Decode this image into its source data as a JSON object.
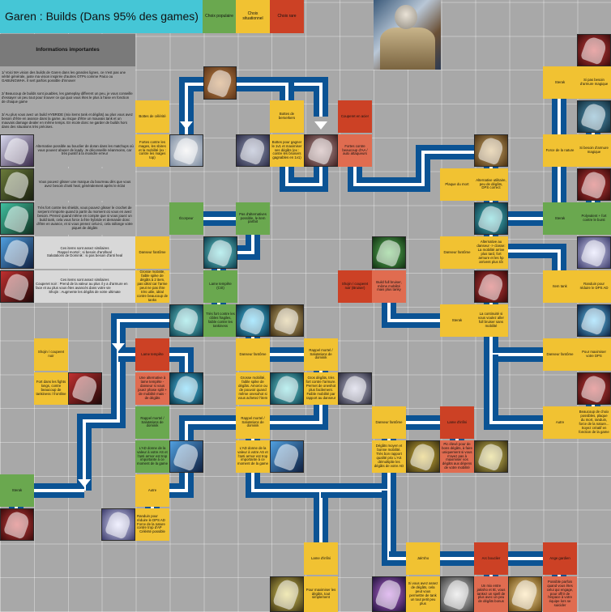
{
  "page": {
    "title": "Garen : Builds (Dans 95% des games)"
  },
  "legend": {
    "popular": "Choix populaire",
    "situational": "Choix situationnel",
    "rare": "Choix rare",
    "colors": {
      "popular": "#6aa84f",
      "situational": "#f1c232",
      "rare": "#cc4125",
      "title": "#45c6d6",
      "path": "#0b5394",
      "arrow": "#ffffff"
    }
  },
  "info": {
    "title": "Informations importantes",
    "intro": [
      "1/ Voici MA vision des builds de Garen dans les grandes lignes, ce n'est pas une vérité générale, juste ma vision inspirée d'autres OTPs comme Paico ou GABUNGWHA. Il sert parfois possible d'innover",
      "2/ Beaucoup de builds sont jouables, les gameplay different un peu, je vous conseille d'essayer un peu tout pour trouver ce qui quoi vous êtes le plus à l'aise en fonction de chaque game",
      "3/ Au plus vous avez un build HYBRIDE (mix items tank et dégâts) au plus vous avez besoin d'être en avance dans la game, au risque d'être un mauvais tank et un mauvais damage dealer en même temps. En école donc ne garder de builds hors dans des situations très précises."
    ],
    "notes": [
      "Alternative possible au bouclier de doran dans les matchups où vous pouvez abuser de leady. Je déconseille néanmoins, car très punitif à la moindre erreur",
      "Vous pouvez glisser une marque du bourreau dès que vous avez besoin d'anti heal, généralement après le éclat",
      "Très fort contre les shields, vous pouvez glisser le crochet de serpent n'importe quand à partir du moment où vous en avez besoin. Prenez quand même en compte que si vous jouez un build tank, cela vous force à être hybride et demande donc d'être en avance, et si vous prenez celui-ci, cela rallonge votre piquet de dégâts"
    ],
    "similar1_title": "Ces items sont assez similaires",
    "similar1": [
      "Rappel mortel : si besoin d'antiheal",
      "Salutations de Dominik : si pas besoin d'anti heal"
    ],
    "similar2_title": "Ces items sont assez similaires",
    "similar2": [
      "Couperet noir : Prend de la valeur au plus il y a d'armure en face et au plus vous êtes avancés dans votre vie",
      "Shojin : Augmente les dégâts de votre ultimate"
    ]
  },
  "items": {
    "boots_celerity": "Bottes de célérité",
    "boots_berserker": "Bottes de berserkers",
    "steelcap": "Fortes contre les mages, les sbires et la mobilité (ex : contre les mages top)",
    "berserker_note": "Bottes pour gagner le 1v1 et maximiser ses dégâts (ex : contre les bruisers gagnables en 1v1)",
    "plated_note": "Fortes contre beaucoup d'AA / auto attaqueurs",
    "cleaver": "Couperet en acier",
    "stridebreaker": "Écorpeur",
    "stridebreaker_note": "Pas d'alternatives possible, le item parfait",
    "dancer": "Danseur fantôme",
    "dancer_note": "Grosse mobilité, faible spike de dégâts à 2 item, pas idéal car l'arme peut ne pas être très utile, idéal contre beaucoup de tanks",
    "lame_tempete": "Lame tempête",
    "lame_tempete_crit": "Lame tempête (Crit)",
    "shojin_couperet": "Shojin / couperet noir (Bruiser)",
    "bruiser_note": "Build full bruiser, même mobilité mais plus tanky",
    "frost_nature": "Force de la nature",
    "steraks": "Sterak",
    "steraks_note": "Si pas besoin d'armure magique",
    "force_note": "Si besoin d'armure magique",
    "deaths_dance": "Plaque du mort",
    "deaths_dance_note": "Alternative utilitaire, peu de dégâts, DPS correct",
    "sterak_right": "Sterak",
    "sterak_right_note": "Polyvalent + fort contre le burst",
    "dancer_alt": "Alternative au danseur -> classe: La mobilité arrive plus tard, fort armure et les hp arrivent plus tôt",
    "randuin": "Randuin pour réduire le DPS AD",
    "item_tank": "Item tank",
    "force_nature_ap": "Force de la nature contre trop de dégâts AP",
    "sterak_mid": "Sterak",
    "sterak_mid_note": "La continuité si vous voulez aller full bruiser sans mobilité",
    "danseur_fantome_r": "Danseur fantôme",
    "pour_max": "Pour maximiser votre DPS",
    "shojin_left": "Shojin / couperet noir",
    "lame_tempete_left": "Lame tempête",
    "danseur_left": "Danseur fantôme",
    "rappel_salut": "Rappel mortel / Salutations de dominik",
    "crit_note": "Très fort contre les cibles fragiles, faible contre les tankiness",
    "fort_team": "Fort dans les fights longs, contre beaucoup de tankiness / frontline",
    "alt_lame": "Une alternative à lame tempête - danseur si vous jouez phase split + de mobilité mais - de dégâts",
    "grosse_mob": "Grosse mobilité, faible spike de dégâts. Amorce ou de pouvoir quand même onesohot si vous achetez l'item",
    "gros_degats": "Gros dégâts, très fort contre l'armure. Permet de oneshot plus facilement. Faible mobilité par rapport au danseur",
    "danseur_mid": "Danseur fantôme",
    "lame_infini": "Lame d'infini",
    "lame_infini_note": "Pic élevé pour de bons dégâts, à faire uniquement si vous n'avez pas à maximiser vos dégâts aux dépens de votre mobilité",
    "autre": "Autre",
    "autre_note": "Beaucoup de choix possibles, plaque du mort, randuin, force de la nature... Soyez créatif en fonction de la game",
    "rappel_left": "Rappel mortel / Salutations de dominik",
    "rappel_mid": "Rappel mortel / Salutations de dominik",
    "ad_note1": "L'AD donne de la valeur à votre AS et l'anti armor est trop importante à ce moment de la game",
    "ad_note2": "L'AD donne de la valeur à votre AS et l'anti armor est trop importante à ce moment de la game",
    "degats_moyen": "Dégâts moyen et bonne mobilité. Très bon rapport qualité prix L'AS démultiplie les dégâts de votre AD",
    "sterak_bl": "Sterak",
    "autre_bl": "Autre",
    "poly_bl": "Polyvalent + fort contre le burst",
    "randuin_bl": "Randuin pour réduire le DPS AD",
    "force_bl": "Force de la nature contre trop d'AP",
    "celerite_bl": "Célérité possible",
    "lame_infini_b": "Lame d'infini",
    "pour_max_b": "Pour maximiser les dégâts, tout simplement",
    "jakisho": "Jak'sho",
    "jakisho_note": "Si vous avez assez de dégâts, cela peut vous permettre de tank un tout petit peu plus",
    "arc": "Arc bouclier",
    "arc_note": "Un mix entre jakisho et IE, vous tankez un spell de plus avec un peu de dégâts bonus",
    "ange": "Ange gardien",
    "ange_note": "Possible parfois quand vous êtes celui qui engage, pour offrir de l'espace à votre équipe lors se suicider"
  }
}
